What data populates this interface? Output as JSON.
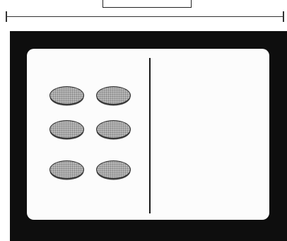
{
  "diagram": {
    "left_compartment": {
      "rows": 3,
      "columns": 2,
      "items": [
        "coin",
        "coin",
        "coin",
        "coin",
        "coin",
        "coin"
      ]
    },
    "right_compartment": {
      "items": []
    },
    "colors": {
      "frame": "#0e0e0e",
      "panel": "#fcfcfc",
      "coin_fill": "#b9b9b9",
      "line": "#333333"
    }
  }
}
